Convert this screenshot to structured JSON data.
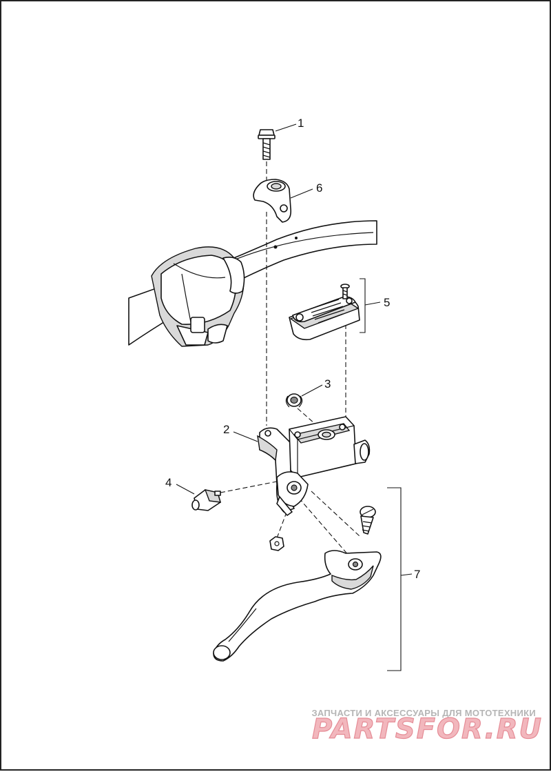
{
  "callouts": [
    {
      "label": "1",
      "part": "bolt"
    },
    {
      "label": "2",
      "part": "master-cylinder"
    },
    {
      "label": "3",
      "part": "pivot-pin-clip"
    },
    {
      "label": "4",
      "part": "brake-light-switch"
    },
    {
      "label": "5",
      "part": "reservoir-cover-kit"
    },
    {
      "label": "6",
      "part": "clamp"
    },
    {
      "label": "7",
      "part": "lever-kit"
    }
  ],
  "watermark": {
    "line1": "ЗАПЧАСТИ И АКСЕССУАРЫ ДЛЯ МОТОТЕХНИКИ",
    "logo": "PARTSFOR.RU"
  }
}
